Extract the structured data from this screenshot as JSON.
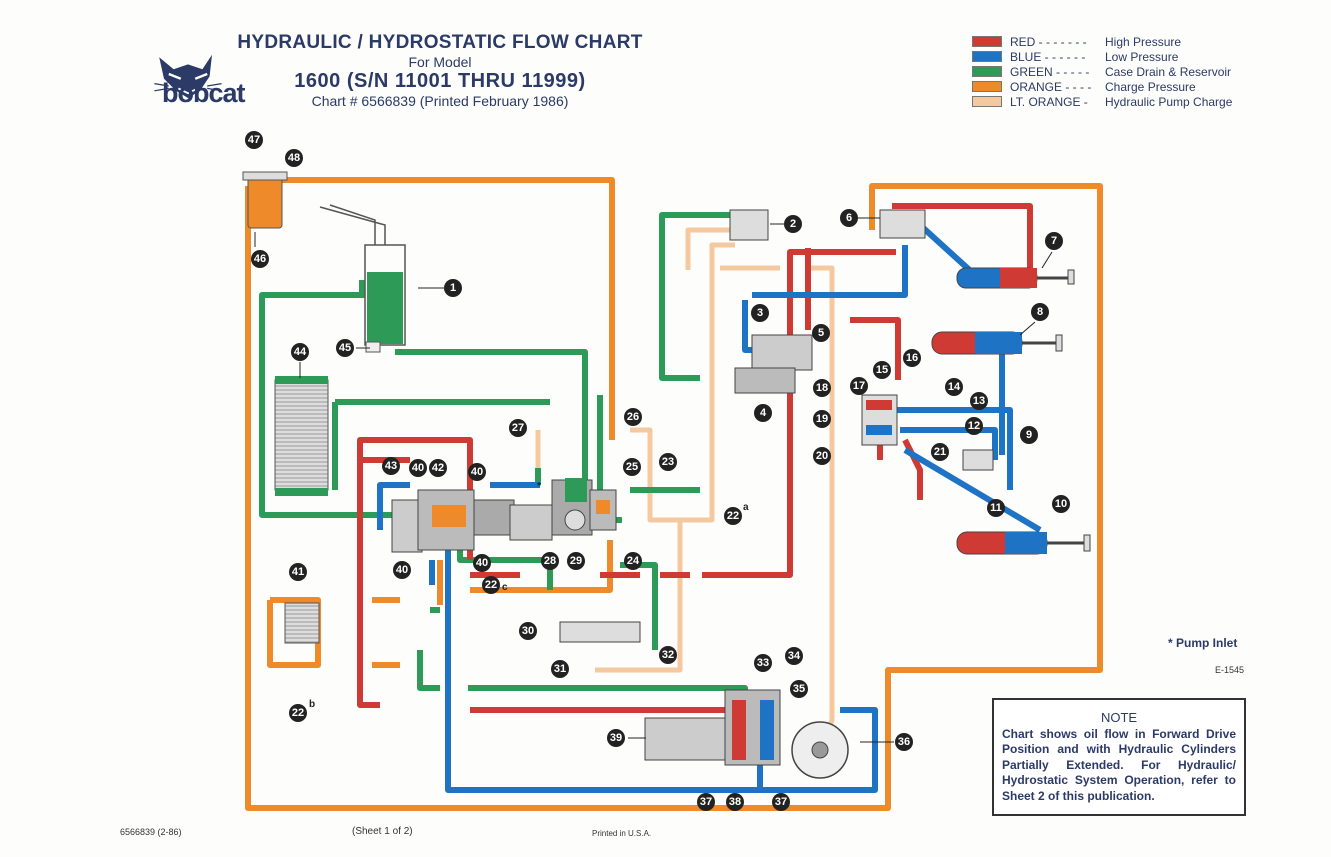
{
  "header": {
    "title": "HYDRAULIC / HYDROSTATIC FLOW CHART",
    "for_model": "For Model",
    "model": "1600 (S/N 11001 THRU 11999)",
    "chart_number": "Chart # 6566839 (Printed February 1986)"
  },
  "logo": {
    "text": "bobcat",
    "icon": "bobcat-head-icon"
  },
  "legend": [
    {
      "name": "RED - - - - - - -",
      "meaning": "High Pressure",
      "color": "#d03a34"
    },
    {
      "name": "BLUE - - - - - -",
      "meaning": "Low Pressure",
      "color": "#1f73c4"
    },
    {
      "name": "GREEN - - - - -",
      "meaning": "Case Drain & Reservoir",
      "color": "#2e9a57"
    },
    {
      "name": "ORANGE - - - -",
      "meaning": "Charge Pressure",
      "color": "#ee8a2a"
    },
    {
      "name": "LT. ORANGE -",
      "meaning": "Hydraulic Pump Charge",
      "color": "#f5c9a0"
    }
  ],
  "colors": {
    "high_pressure": "#d03a34",
    "low_pressure": "#1f73c4",
    "case_drain": "#2e9a57",
    "charge": "#ee8a2a",
    "pump_charge": "#f5c9a0"
  },
  "pump_inlet_note": "* Pump Inlet",
  "chart_code": "E-1545",
  "note": {
    "heading": "NOTE",
    "body": "Chart shows oil flow in Forward Drive Position and with Hydraulic Cylinders Partially Extended. For Hydraulic/ Hydrostatic System Operation, refer to Sheet 2 of this publication."
  },
  "footer": {
    "code": "6566839 (2-86)",
    "sheet": "(Sheet 1 of 2)",
    "printed": "Printed in U.S.A."
  },
  "callouts": {
    "c1": "1",
    "c2": "2",
    "c3": "3",
    "c4": "4",
    "c5": "5",
    "c6": "6",
    "c7": "7",
    "c8": "8",
    "c9": "9",
    "c10": "10",
    "c11": "11",
    "c12": "12",
    "c13": "13",
    "c14": "14",
    "c15": "15",
    "c16": "16",
    "c17": "17",
    "c18": "18",
    "c19": "19",
    "c20": "20",
    "c21": "21",
    "c22a": "22",
    "c22b": "22",
    "c22c": "22",
    "c23": "23",
    "c24": "24",
    "c25": "25",
    "c26": "26",
    "c27": "27",
    "c28": "28",
    "c29": "29",
    "c30": "30",
    "c31": "31",
    "c32": "32",
    "c33": "33",
    "c34": "34",
    "c35": "35",
    "c36": "36",
    "c37a": "37",
    "c37b": "37",
    "c38": "38",
    "c39": "39",
    "c40a": "40",
    "c40b": "40",
    "c40c": "40",
    "c40d": "40",
    "c41": "41",
    "c42": "42",
    "c43": "43",
    "c44": "44",
    "c45": "45",
    "c46": "46",
    "c47": "47",
    "c48": "48",
    "sup_a": "a",
    "sup_b": "b",
    "sup_c": "c",
    "asterisk": "*"
  }
}
